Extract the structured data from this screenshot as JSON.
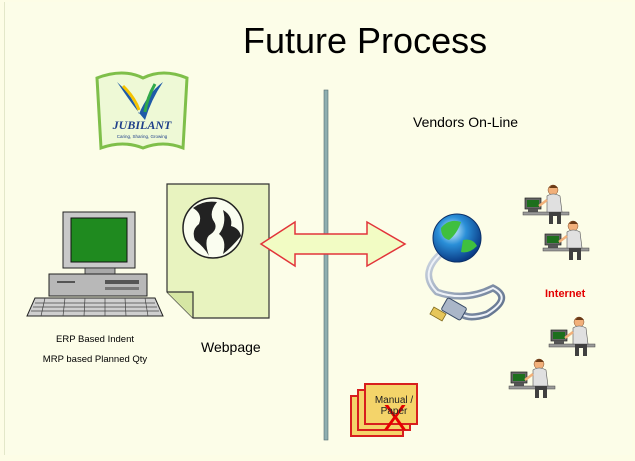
{
  "slide": {
    "title": "Future Process",
    "vendors_label": "Vendors On-Line",
    "webpage_label": "Webpage",
    "erp_line1": "ERP Based Indent",
    "erp_line2": "MRP based Planned Qty",
    "internet_label": "Internet",
    "manual_paper_label": "Manual / Paper",
    "logo_text": "JUBILANT",
    "logo_tagline": "Caring, Sharing, Growing",
    "rejected_mark": "X"
  },
  "colors": {
    "background": "#fcfde8",
    "divider": "#8eaeb0",
    "arrow_fill": "#f2fcc4",
    "arrow_stroke": "#e2343a",
    "webpage_fill": "#e8f3bf",
    "monitor_screen": "#1f8a1f",
    "internet_text": "#e30000",
    "manual_paper_fill": "#f4d46a",
    "manual_paper_border": "#d81e1e"
  },
  "icons": [
    "logo",
    "computer-icon",
    "webpage-globe-icon",
    "double-arrow",
    "network-globe-icon",
    "vendor-computer-icon",
    "paper-stack-icon"
  ]
}
